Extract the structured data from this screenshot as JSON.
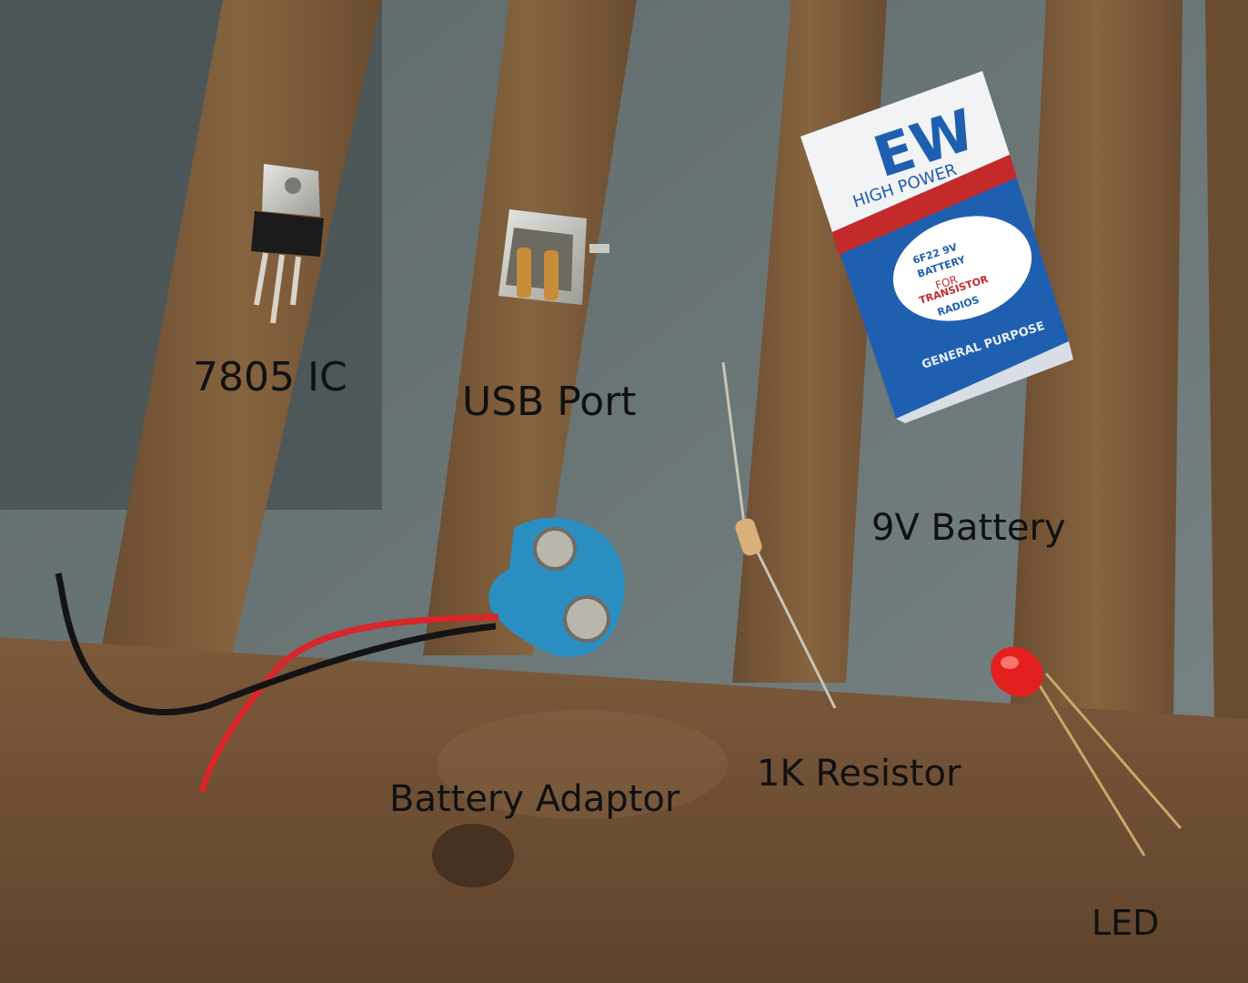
{
  "labels": {
    "ic": "7805 IC",
    "usb": "USB Port",
    "battery": "9V Battery",
    "resistor": "1K Resistor",
    "adaptor": "Battery Adaptor",
    "led": "LED"
  },
  "battery_print": {
    "brand": "EW",
    "subtitle": "HIGH POWER",
    "line1": "6F22 9V",
    "line2": "BATTERY",
    "line3": "FOR",
    "line4": "TRANSISTOR",
    "line5": "RADIOS",
    "footer": "GENERAL PURPOSE"
  },
  "colors": {
    "wood": "#7a5a3c",
    "carpet": "#6c7778",
    "battery_blue": "#1f5fb0",
    "battery_red": "#c42a2a",
    "clip_blue": "#2a8fc0",
    "wire_red": "#d8262a",
    "led_red": "#e3201e"
  }
}
